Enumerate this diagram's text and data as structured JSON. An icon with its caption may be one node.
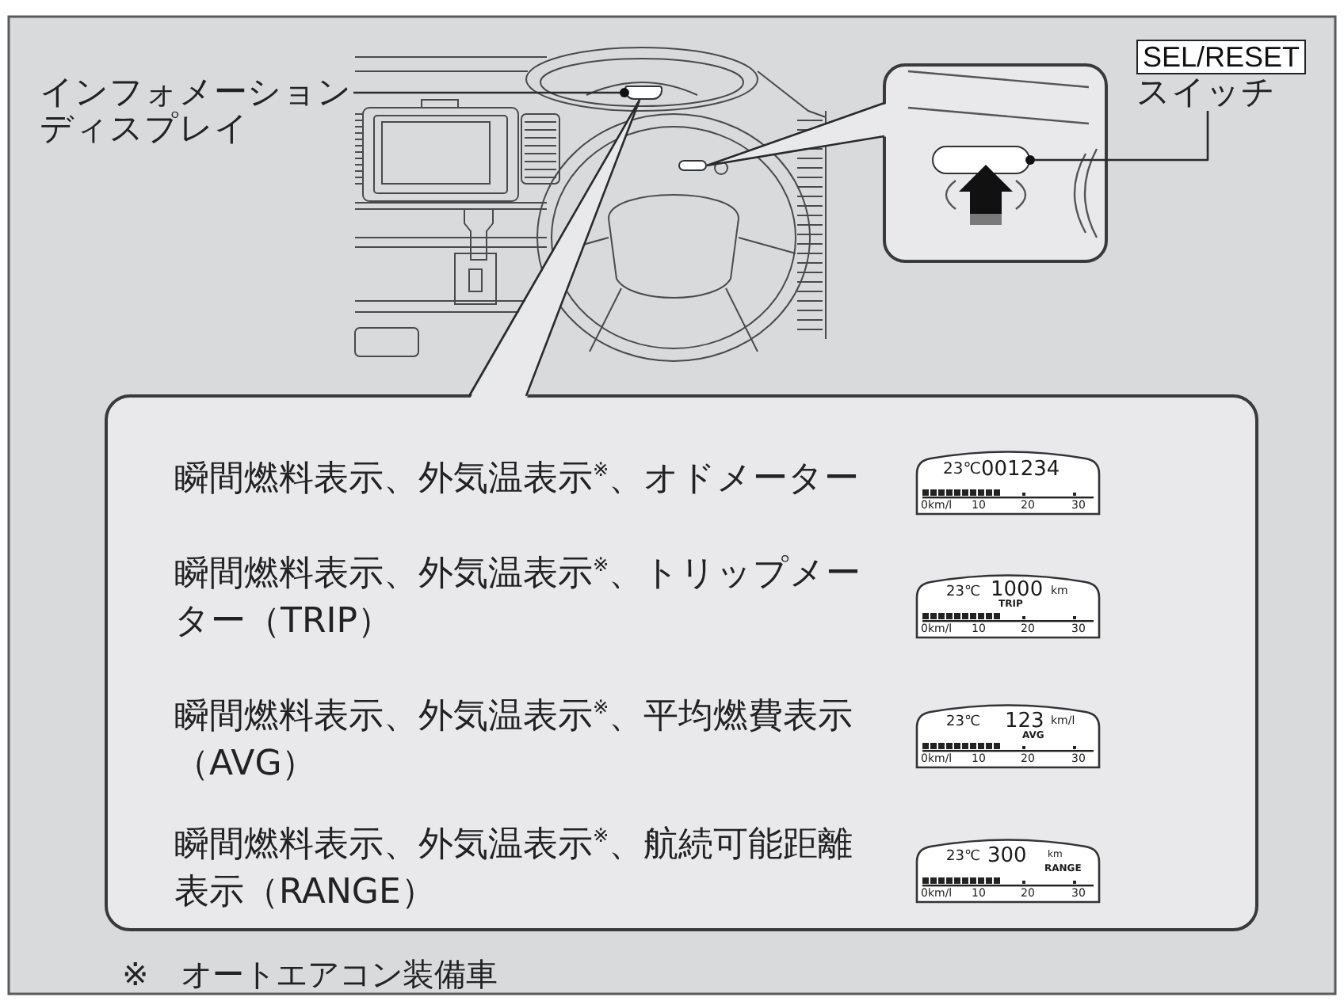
{
  "diagram": {
    "nodes": [
      {
        "text": [
          "インフォメーションディスプレイ"
        ]
      },
      {
        "text": [],
        "shape": "box"
      },
      {
        "text": [
          "SEL/RESET",
          "スイッチ"
        ]
      },
      {
        "text": [],
        "shape": "box"
      },
      {
        "text": [],
        "shape": "box"
      },
      {
        "text": [],
        "shape": "box",
        "in": 4
      },
      {
        "text": [],
        "shape": "box"
      },
      {
        "text": [
          "23℃",
          "001234",
          "0km/l",
          "10",
          "20",
          "30"
        ],
        "beside": [
          "瞬間燃料表示、外気温表示$^{※}$、オドメーター"
        ],
        "in": 6
      },
      {
        "text": [
          "23℃",
          "1000",
          "km",
          "TRIP",
          "0km/l",
          "10",
          "20",
          "30"
        ],
        "beside": [
          "瞬間燃料表示、外気温表示$^{※}$、トリップメーター（TRIP）"
        ],
        "in": 6
      },
      {
        "text": [
          "23℃",
          "123",
          "km/l",
          "AVG",
          "0km/l",
          "10",
          "20",
          "30"
        ],
        "beside": [
          "瞬間燃料表示、外気温表示$^{※}$、平均燃費表示（AVG）"
        ],
        "in": 6
      },
      {
        "text": [
          "23℃",
          "300",
          "km",
          "RANGE",
          "0km/l",
          "10",
          "20",
          "30"
        ],
        "beside": [
          "瞬間燃料表示、外気温表示$^{※}$、航続可能距離表示（RANGE）"
        ],
        "in": 6
      }
    ],
    "edges": [
      {
        "from": 0,
        "to": 1,
        "arrow": "other"
      },
      {
        "from": 1,
        "to": 6,
        "arrow": "none"
      },
      {
        "from": 3,
        "to": 4,
        "arrow": "none"
      },
      {
        "from": 2,
        "to": 5,
        "arrow": "other"
      }
    ],
    "labels": [
      "※　オートエアコン装備車"
    ]
  }
}
